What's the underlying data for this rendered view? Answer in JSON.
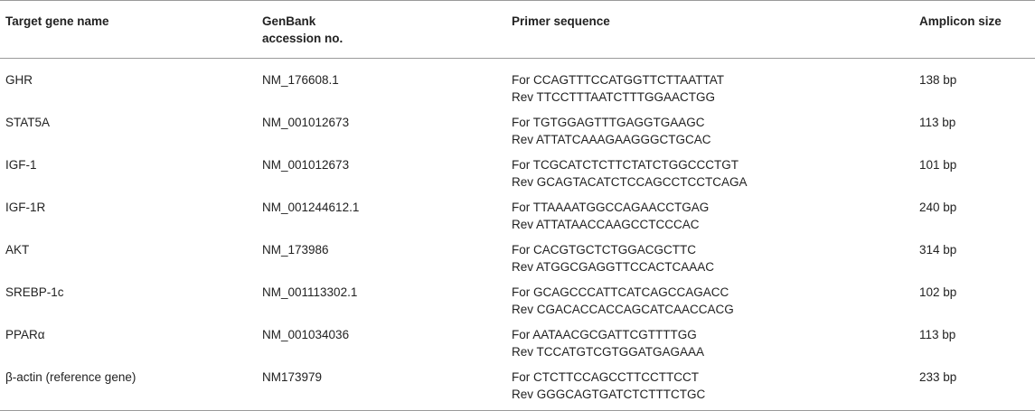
{
  "table": {
    "headers": {
      "target": "Target gene name",
      "genbank_line1": "GenBank",
      "genbank_line2": "accession no.",
      "primer": "Primer sequence",
      "amplicon": "Amplicon size"
    },
    "rows": [
      {
        "gene": "GHR",
        "accession": "NM_176608.1",
        "forward": "For CCAGTTTCCATGGTTCTTAATTAT",
        "reverse": "Rev TTCCTTTAATCTTTGGAACTGG",
        "size": "138 bp"
      },
      {
        "gene": "STAT5A",
        "accession": "NM_001012673",
        "forward": "For TGTGGAGTTTGAGGTGAAGC",
        "reverse": "Rev ATTATCAAAGAAGGGCTGCAC",
        "size": "113 bp"
      },
      {
        "gene": "IGF-1",
        "accession": "NM_001012673",
        "forward": "For TCGCATCTCTTCTATCTGGCCCTGT",
        "reverse": "Rev GCAGTACATCTCCAGCCTCCTCAGA",
        "size": "101 bp"
      },
      {
        "gene": "IGF-1R",
        "accession": "NM_001244612.1",
        "forward": "For TTAAAATGGCCAGAACCTGAG",
        "reverse": "Rev ATTATAACCAAGCCTCCCAC",
        "size": "240 bp"
      },
      {
        "gene": "AKT",
        "accession": "NM_173986",
        "forward": "For CACGTGCTCTGGACGCTTC",
        "reverse": "Rev ATGGCGAGGTTCCACTCAAAC",
        "size": "314 bp"
      },
      {
        "gene": "SREBP-1c",
        "accession": "NM_001113302.1",
        "forward": "For GCAGCCCATTCATCAGCCAGACC",
        "reverse": "Rev CGACACCACCAGCATCAACCACG",
        "size": "102 bp"
      },
      {
        "gene": "PPARα",
        "accession": "NM_001034036",
        "forward": "For AATAACGCGATTCGTTTTGG",
        "reverse": "Rev TCCATGTCGTGGATGAGAAA",
        "size": "113 bp"
      },
      {
        "gene": "β-actin (reference gene)",
        "accession": "NM173979",
        "forward": "For CTCTTCCAGCCTTCCTTCCT",
        "reverse": "Rev GGGCAGTGATCTCTTTCTGC",
        "size": "233 bp"
      }
    ]
  }
}
